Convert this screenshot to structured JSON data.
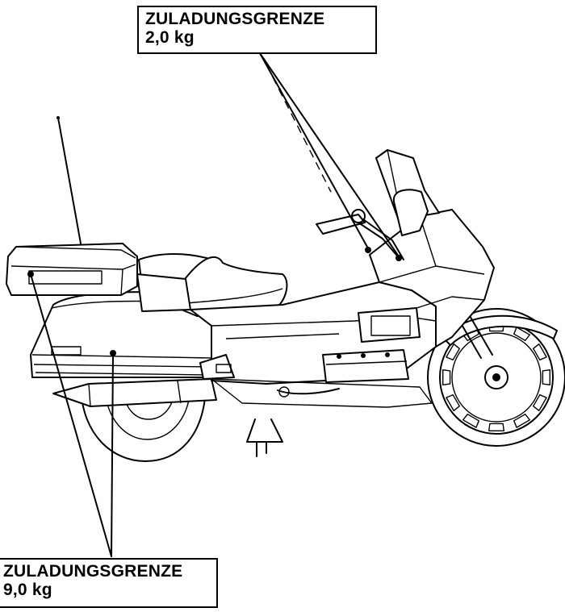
{
  "labels": {
    "top": {
      "title": "ZULADUNGSGRENZE",
      "value": "2,0 kg"
    },
    "bottom": {
      "title": "ZULADUNGSGRENZE",
      "value": "9,0 kg"
    }
  },
  "colors": {
    "ink": "#000000",
    "paper": "#ffffff"
  }
}
